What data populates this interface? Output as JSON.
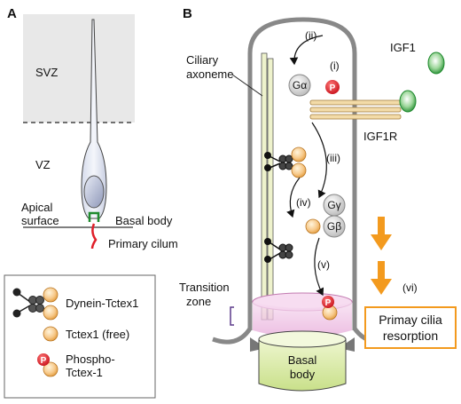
{
  "panel_a": {
    "letter": "A",
    "svz": "SVZ",
    "vz": "VZ",
    "apical_surface_line1": "Apical",
    "apical_surface_line2": "surface",
    "basal_body": "Basal body",
    "primary_cilium": "Primary cilum"
  },
  "legend": {
    "dynein_tctex1": "Dynein-Tctex1",
    "tctex1_free": "Tctex1 (free)",
    "phospho_line1": "Phospho-",
    "phospho_line2": "Tctex-1",
    "p_symbol": "P"
  },
  "panel_b": {
    "letter": "B",
    "ciliary_axoneme_line1": "Ciliary",
    "ciliary_axoneme_line2": "axoneme",
    "transition_zone_line1": "Transition",
    "transition_zone_line2": "zone",
    "basal_body_line1": "Basal",
    "basal_body_line2": "body",
    "igf1": "IGF1",
    "igf1r": "IGF1R",
    "g_alpha": "Gα",
    "g_gamma": "Gγ",
    "g_beta": "Gβ",
    "p_symbol": "P",
    "step_i": "(i)",
    "step_ii": "(ii)",
    "step_iii": "(iii)",
    "step_iv": "(iv)",
    "step_v": "(v)",
    "step_vi": "(vi)",
    "outcome_line1": "Primay cilia",
    "outcome_line2": "resorption"
  },
  "colors": {
    "tctex_fill": "#f7c98a",
    "dynein_dark": "#222222",
    "phospho_red": "#e0202a",
    "igf1_green": "#3aa845",
    "orange_arrow": "#f39a1e",
    "axoneme_fill": "#eef2cc",
    "transition_pink": "#f2c8e8",
    "basal_green": "#e2f0b8",
    "svz_gray": "#e8e8e8",
    "g_protein_gray": "#d4d4d4"
  }
}
